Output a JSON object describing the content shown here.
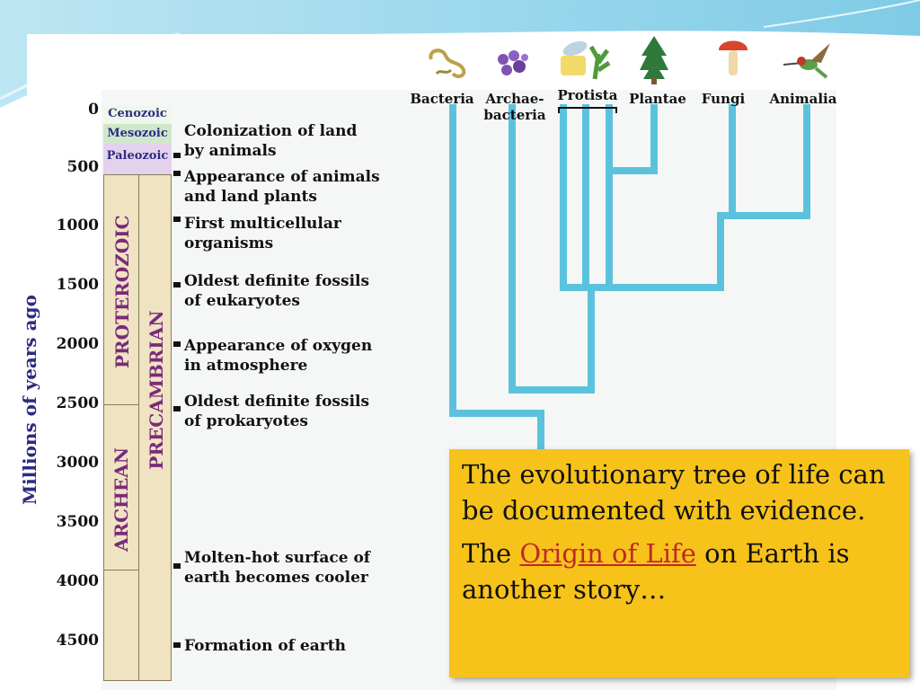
{
  "axis": {
    "label": "Millions of years ago",
    "ticks": [
      "0",
      "500",
      "1000",
      "1500",
      "2000",
      "2500",
      "3000",
      "3500",
      "4000",
      "4500"
    ]
  },
  "eras": {
    "cenozoic": "Cenozoic",
    "mesozoic": "Mesozoic",
    "paleozoic": "Paleozoic",
    "proterozoic": "PROTEROZOIC",
    "archean": "ARCHEAN",
    "precambrian": "PRECAMBRIAN"
  },
  "events": [
    {
      "text_line1": "Colonization of land",
      "text_line2": "by animals"
    },
    {
      "text_line1": "Appearance of animals",
      "text_line2": "and land plants"
    },
    {
      "text_line1": "First multicellular",
      "text_line2": "organisms"
    },
    {
      "text_line1": "Oldest definite fossils",
      "text_line2": "of eukaryotes"
    },
    {
      "text_line1": "Appearance of oxygen",
      "text_line2": "in atmosphere"
    },
    {
      "text_line1": "Oldest definite fossils",
      "text_line2": "of prokaryotes"
    },
    {
      "text_line1": "Molten-hot surface of",
      "text_line2": "earth becomes cooler"
    },
    {
      "text_line1": "Formation of earth",
      "text_line2": ""
    }
  ],
  "taxa": {
    "bacteria": "Bacteria",
    "archaebacteria_line1": "Archae-",
    "archaebacteria_line2": "bacteria",
    "protista": "Protista",
    "plantae": "Plantae",
    "fungi": "Fungi",
    "animalia": "Animalia"
  },
  "icons": [
    "bacteria-icon",
    "archaebacteria-icon",
    "protista-icon",
    "plant-icon",
    "mushroom-icon",
    "hummingbird-icon"
  ],
  "colors": {
    "tree_branch": "#5bc2de",
    "callout_bg": "#f7c31a",
    "axis_label": "#2e2b84",
    "eon_text": "#7a2a7a",
    "link": "#c0282a"
  },
  "callout": {
    "paragraph1": "The evolutionary tree of life can be documented with evidence.",
    "p2_before": "The ",
    "p2_link": "Origin of Life",
    "p2_after": " on Earth is another story…"
  }
}
